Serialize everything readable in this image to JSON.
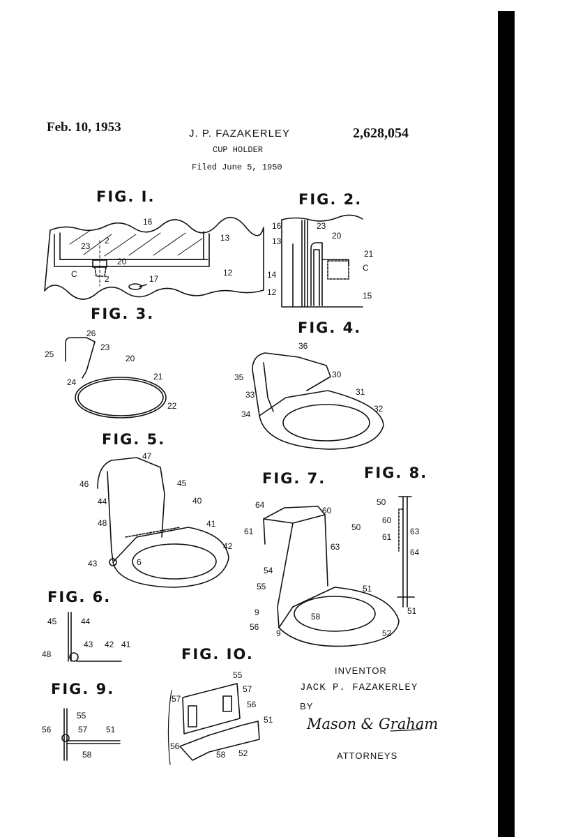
{
  "header": {
    "date": "Feb. 10, 1953",
    "inventor_header": "J. P. FAZAKERLEY",
    "patent_number": "2,628,054",
    "title": "CUP HOLDER",
    "filed": "Filed June 5, 1950"
  },
  "figures": {
    "fig1": "FIG. I.",
    "fig2": "FIG. 2.",
    "fig3": "FIG. 3.",
    "fig4": "FIG. 4.",
    "fig5": "FIG. 5.",
    "fig6": "FIG. 6.",
    "fig7": "FIG. 7.",
    "fig8": "FIG. 8.",
    "fig9": "FIG. 9.",
    "fig10": "FIG. IO."
  },
  "signature_block": {
    "inventor_label": "INVENTOR",
    "inventor_name": "JACK  P. FAZAKERLEY",
    "by_label": "BY",
    "signature": "Mason & Graham",
    "attorneys_label": "ATTORNEYS"
  }
}
